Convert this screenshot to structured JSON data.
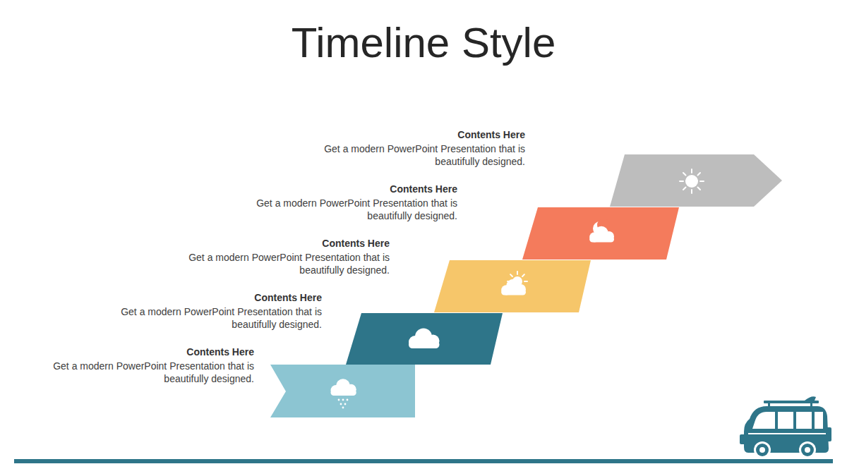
{
  "diagram": {
    "title": "Timeline Style",
    "nodes": [
      {
        "text": [
          "Contents Here",
          "Get a modern PowerPoint  Presentation that is beautifully designed."
        ]
      },
      {
        "text": [
          "Contents Here",
          "Get a modern PowerPoint  Presentation that is beautifully designed."
        ]
      },
      {
        "text": [
          "Contents Here",
          "Get a modern PowerPoint  Presentation that is beautifully designed."
        ]
      },
      {
        "text": [
          "Contents Here",
          "Get a modern PowerPoint  Presentation that is beautifully designed."
        ]
      },
      {
        "text": [
          "Contents Here",
          "Get a modern PowerPoint  Presentation that is beautifully designed."
        ]
      }
    ]
  }
}
